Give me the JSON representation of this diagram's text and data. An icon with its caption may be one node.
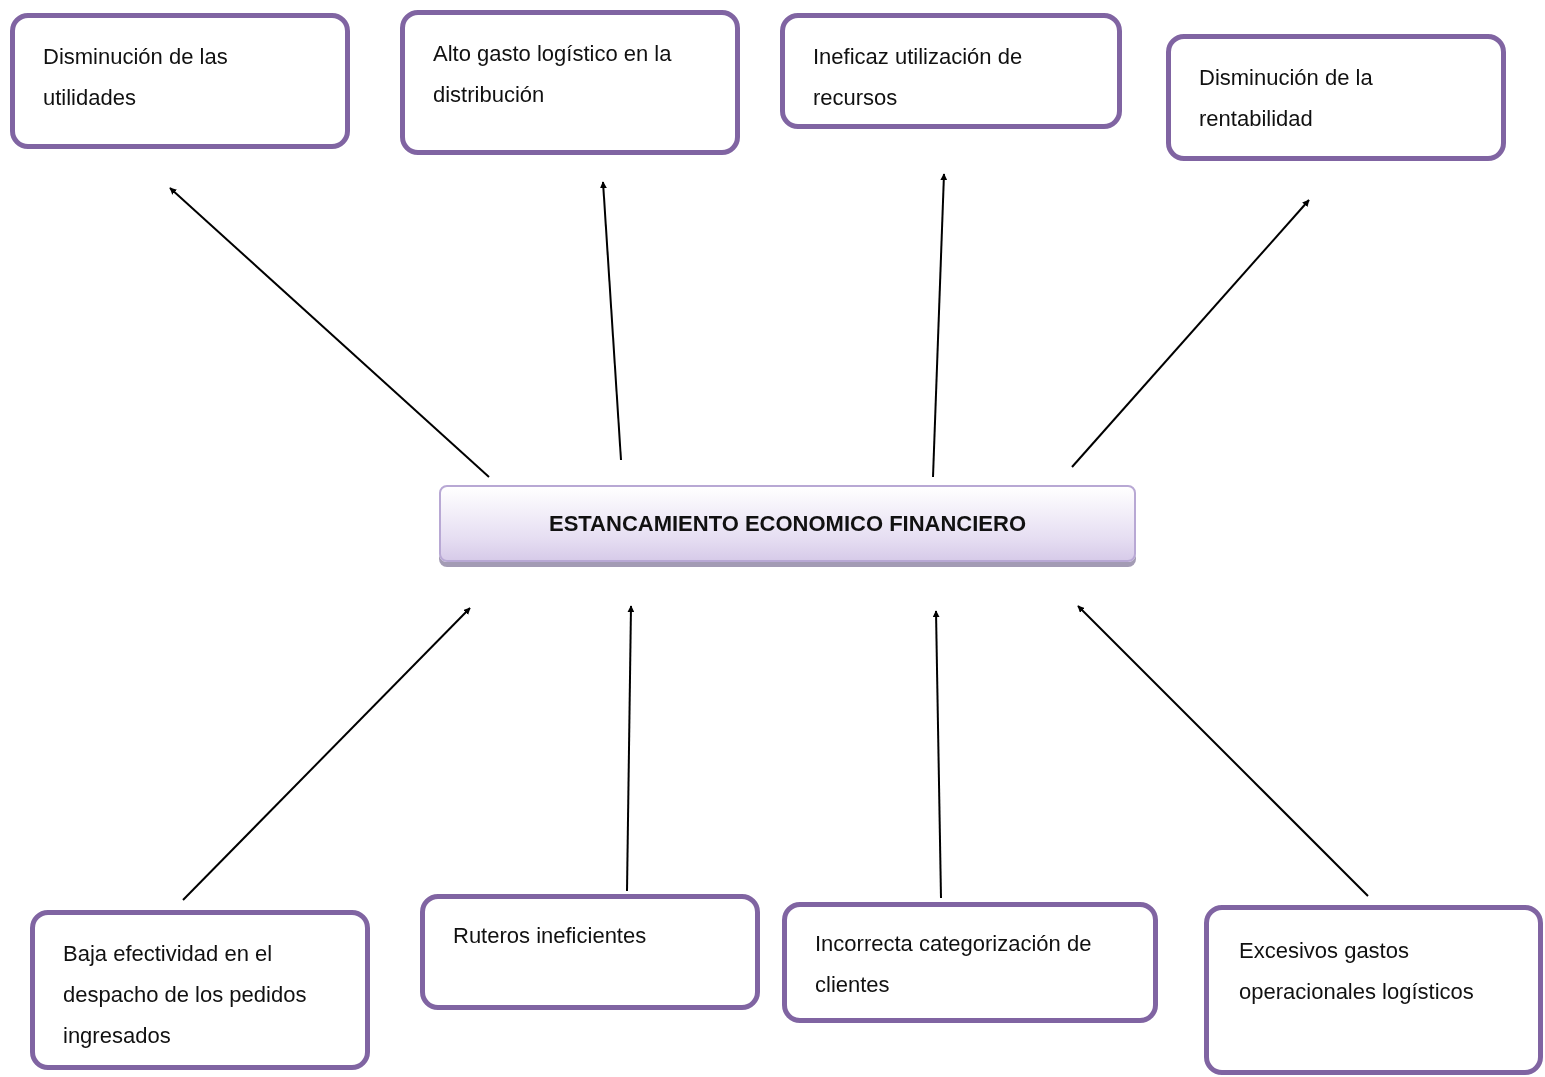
{
  "diagram": {
    "nodes": [
      {
        "text": [
          "Disminución de las utilidades"
        ]
      },
      {
        "text": [
          "Alto gasto logístico en la distribución"
        ]
      },
      {
        "text": [
          "Ineficaz utilización de recursos"
        ]
      },
      {
        "text": [
          "Disminución de la rentabilidad"
        ]
      },
      {
        "text": [
          "ESTANCAMIENTO ECONOMICO FINANCIERO"
        ]
      },
      {
        "text": [
          "Baja efectividad en el despacho de los pedidos ingresados"
        ]
      },
      {
        "text": [
          "Ruteros ineficientes"
        ]
      },
      {
        "text": [
          "Incorrecta categorización de clientes"
        ]
      },
      {
        "text": [
          "Excesivos gastos operacionales logísticos"
        ]
      }
    ],
    "edges": [
      {
        "from": 4,
        "to": 0,
        "arrow": "to"
      },
      {
        "from": 4,
        "to": 1,
        "arrow": "to"
      },
      {
        "from": 4,
        "to": 2,
        "arrow": "to"
      },
      {
        "from": 4,
        "to": 3,
        "arrow": "to"
      },
      {
        "from": 5,
        "to": 4,
        "arrow": "to"
      },
      {
        "from": 6,
        "to": 4,
        "arrow": "to"
      },
      {
        "from": 7,
        "to": 4,
        "arrow": "to"
      },
      {
        "from": 8,
        "to": 4,
        "arrow": "to"
      }
    ]
  }
}
